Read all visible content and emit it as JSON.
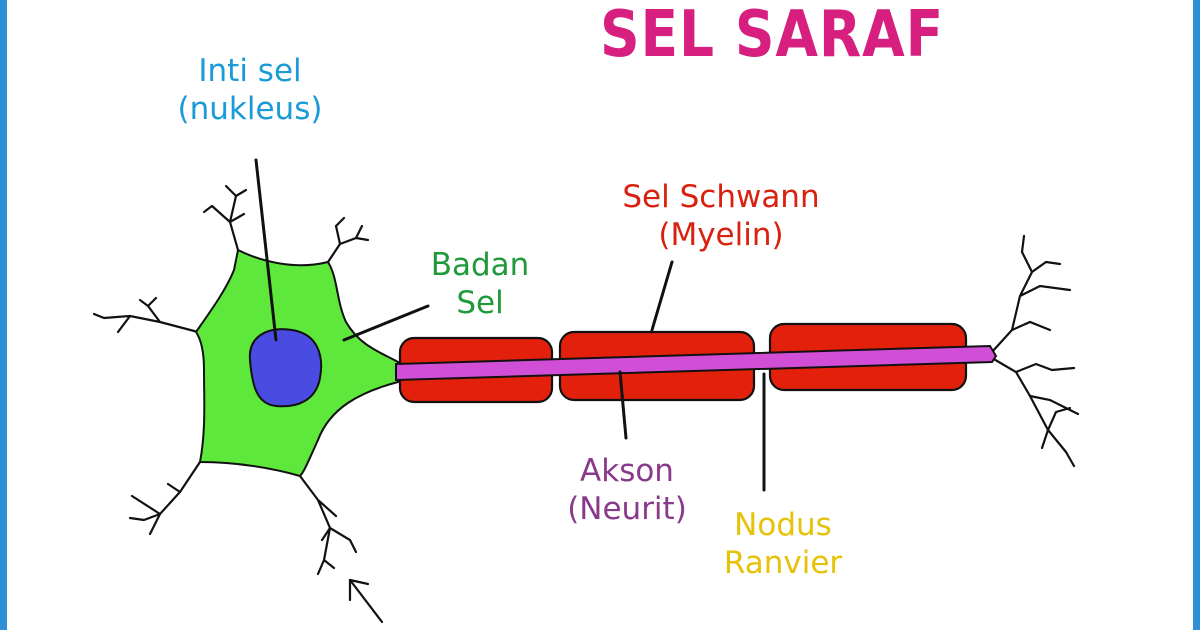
{
  "title": "SEL SARAF",
  "colors": {
    "title": "#d61f7f",
    "frame": "#2f8fd6",
    "cell_body": "#5ee83b",
    "nucleus": "#4a4be0",
    "myelin": "#e3200c",
    "axon": "#d14fd6",
    "label_blue": "#1a9ad6",
    "label_green": "#1f9a3a",
    "label_red": "#d8210e",
    "label_purple": "#8a3a8a",
    "label_yellow": "#e6c20a"
  },
  "labels": {
    "nucleus": [
      "Inti sel",
      "(nukleus)"
    ],
    "cell_body": [
      "Badan",
      "Sel"
    ],
    "schwann": [
      "Sel Schwann",
      "(Myelin)"
    ],
    "axon": [
      "Akson",
      "(Neurit)"
    ],
    "node": [
      "Nodus",
      "Ranvier"
    ]
  }
}
